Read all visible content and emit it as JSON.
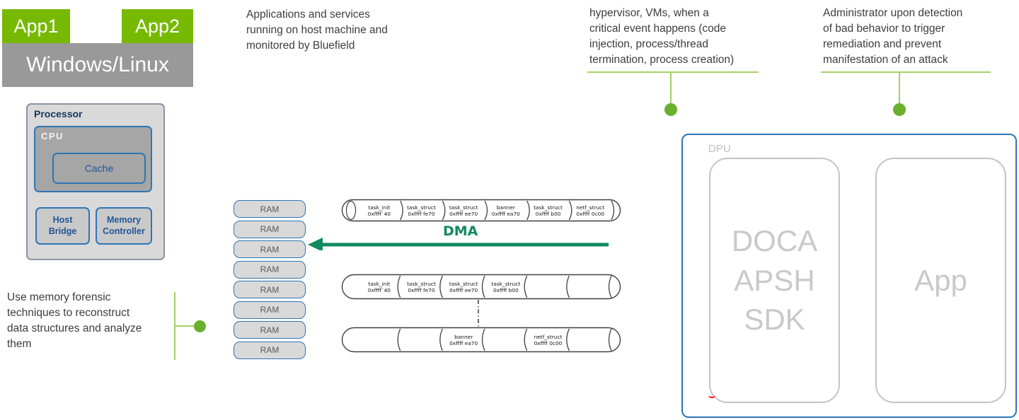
{
  "colors": {
    "nvidia_green": "#76B900",
    "os_gray": "#999999",
    "box_border_blue": "#2E75B6",
    "box_text_blue": "#1F5597",
    "dma_green": "#118A5E",
    "callout_line_green": "#A4D163",
    "callout_dot_green": "#69B02C",
    "dpu_text_gray": "#C9C9C9"
  },
  "host": {
    "app1_label": "App1",
    "app2_label": "App2",
    "os_label": "Windows/Linux",
    "processor": {
      "label": "Processor",
      "cpu_label": "CPU",
      "cache_label": "Cache",
      "host_bridge_label": "Host\nBridge",
      "memory_controller_label": "Memory\nController"
    }
  },
  "annotations": {
    "top_left_note": "Applications and services\nrunning on host machine and\nmonitored by Bluefield",
    "top_middle_note": "hypervisor, VMs, when a\ncritical event happens (code\ninjection, process/thread\ntermination, process creation)",
    "top_right_note": "Administrator upon detection\nof bad behavior to trigger\nremediation and prevent\nmanifestation of an attack",
    "bottom_left_note": "Use memory forensic\ntechniques to reconstruct\ndata structures and analyze\nthem"
  },
  "memory": {
    "ram_label": "RAM",
    "ram_count": 8,
    "dma_label": "DMA"
  },
  "struct_chains": {
    "row1": [
      {
        "name": "task_init",
        "addr": "0xffff`40"
      },
      {
        "name": "task_struct",
        "addr": "0xffff fe70"
      },
      {
        "name": "task_struct",
        "addr": "0xffff ee70"
      },
      {
        "name": "banner",
        "addr": "0xffff ea70"
      },
      {
        "name": "task_struct",
        "addr": "0xffff b00"
      },
      {
        "name": "netf_struct",
        "addr": "0xffff 0c00"
      }
    ],
    "row2": [
      {
        "name": "task_init",
        "addr": "0xffff`40"
      },
      {
        "name": "task_struct",
        "addr": "0xffff fe70"
      },
      {
        "name": "task_struct",
        "addr": "0xffff ee70"
      },
      {
        "name": "task_struct",
        "addr": "0xffff b00"
      },
      null,
      null
    ],
    "row3": [
      null,
      null,
      {
        "name": "banner",
        "addr": "0xffff ea70"
      },
      null,
      {
        "name": "netf_struct",
        "addr": "0xffff 0c00"
      },
      null
    ]
  },
  "dpu": {
    "label": "DPU",
    "sdk_label": "DOCA\nAPSH\nSDK",
    "app_label": "App"
  }
}
